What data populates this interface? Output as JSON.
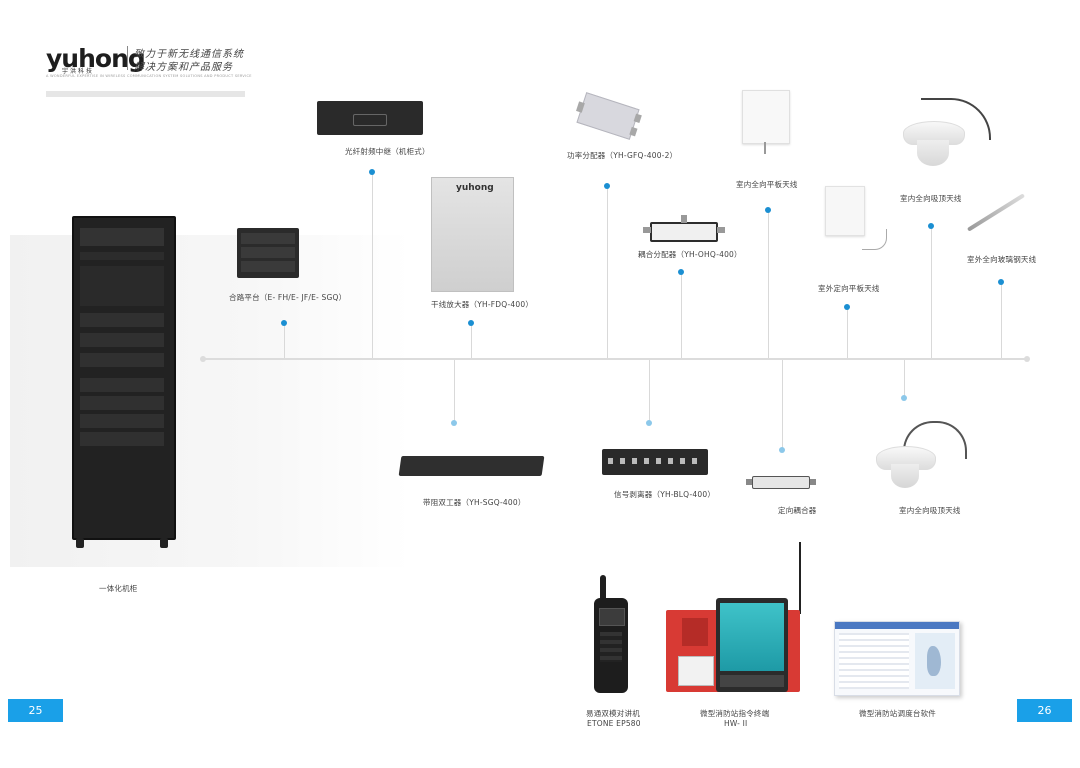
{
  "brand": {
    "logo_text": "yuhong",
    "logo_sub": "宇洪科技",
    "slogan_line1": "致力于新无线通信系统",
    "slogan_line2": "解决方案和产品服务",
    "tagline": "A WONDERFUL EXPERTISE IN WIRELESS COMMUNICATION SYSTEM SOLUTIONS AND PRODUCT SERVICE"
  },
  "products": {
    "cabinet": "一体化机柜",
    "fiber_repeater": "光纤射频中继（机柜式）",
    "combiner_platform": "合路平台（E- FH/E- JF/E- SGQ）",
    "trunk_amp": "干线放大器（YH-FDQ-400）",
    "power_splitter": "功率分配器（YH-GFQ-400-2）",
    "coupler": "耦合分配器（YH-OHQ-400）",
    "indoor_panel": "室内全向平板天线",
    "indoor_ceiling_top": "室内全向吸顶天线",
    "outdoor_glass": "室外全向玻璃钢天线",
    "indoor_directional": "室外定向平板天线",
    "duplexer": "带阻双工器（YH-SGQ-400）",
    "signal_splitter": "信号剥离器（YH-BLQ-400）",
    "directional_coupler": "定向耦合器",
    "indoor_ceiling_bottom": "室内全向吸顶天线",
    "radio_line1": "易通双模对讲机",
    "radio_line2": "ETONE EP580",
    "terminal_line1": "微型消防站指令终端",
    "terminal_line2": "HW- II",
    "software": "微型消防站调度台软件",
    "device_logo": "yuhong"
  },
  "pages": {
    "left": "25",
    "right": "26"
  },
  "colors": {
    "accent": "#1aa0e8",
    "dot": "#1b8fd2",
    "line": "#d9d9d9"
  }
}
